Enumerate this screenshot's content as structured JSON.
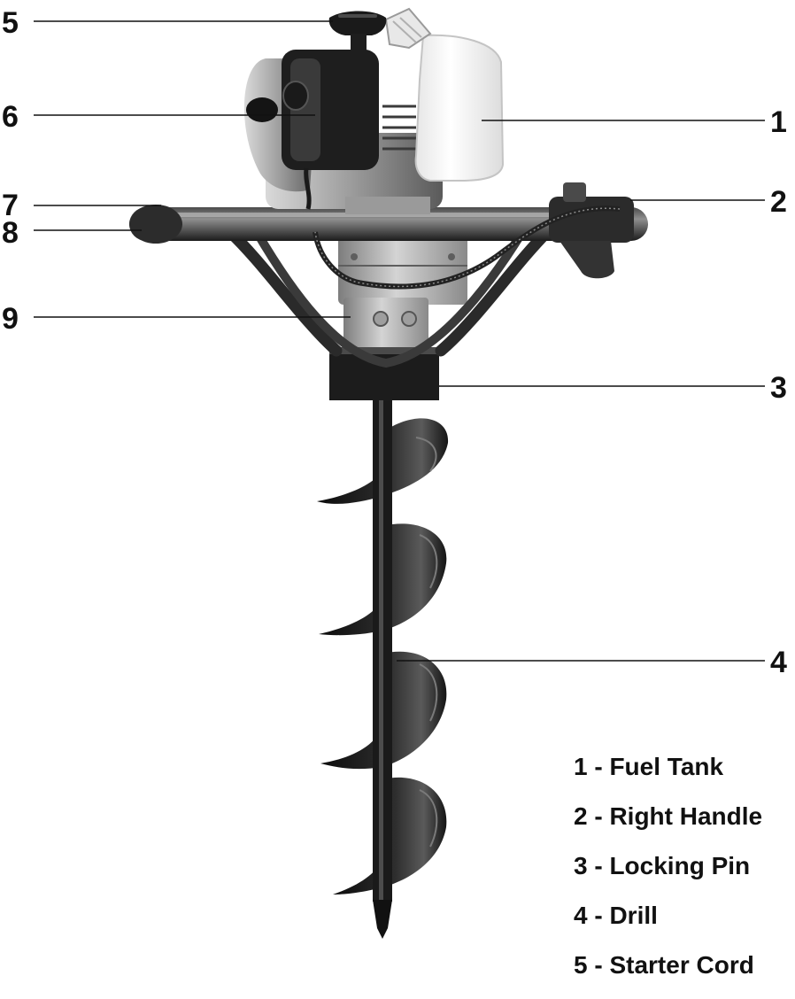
{
  "diagram": {
    "colors": {
      "ink": "#111111",
      "metal_dark": "#1e1e1e",
      "metal_mid": "#6b6b6b",
      "metal_light": "#c9c9c9",
      "tank": "#f4f4f4"
    },
    "callouts": [
      {
        "id": "1",
        "label": "1"
      },
      {
        "id": "2",
        "label": "2"
      },
      {
        "id": "3",
        "label": "3"
      },
      {
        "id": "4",
        "label": "4"
      },
      {
        "id": "5",
        "label": "5"
      },
      {
        "id": "6",
        "label": "6"
      },
      {
        "id": "7",
        "label": "7"
      },
      {
        "id": "8",
        "label": "8"
      },
      {
        "id": "9",
        "label": "9"
      }
    ],
    "legend": [
      "1 - Fuel Tank",
      "2 - Right Handle",
      "3 - Locking Pin",
      "4 - Drill",
      "5 - Starter Cord"
    ]
  }
}
